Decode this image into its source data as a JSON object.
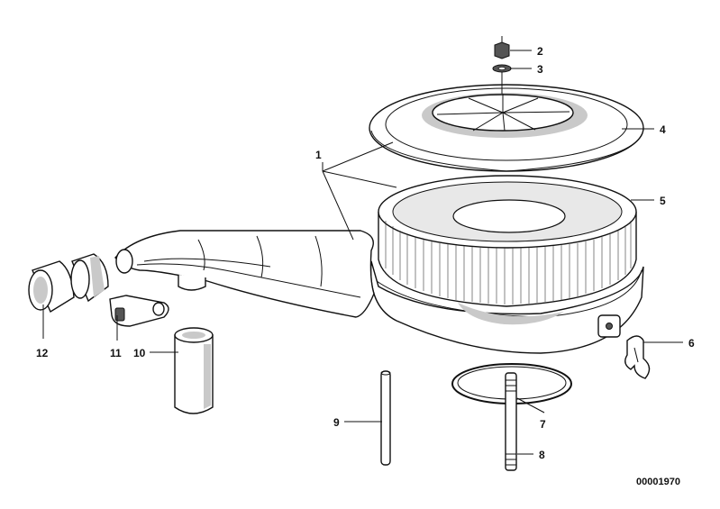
{
  "callouts": {
    "p1": "1",
    "p2": "2",
    "p3": "3",
    "p4": "4",
    "p5": "5",
    "p6": "6",
    "p7": "7",
    "p8": "8",
    "p9": "9",
    "p10": "10",
    "p11": "11",
    "p12": "12"
  },
  "document_number": "00001970"
}
